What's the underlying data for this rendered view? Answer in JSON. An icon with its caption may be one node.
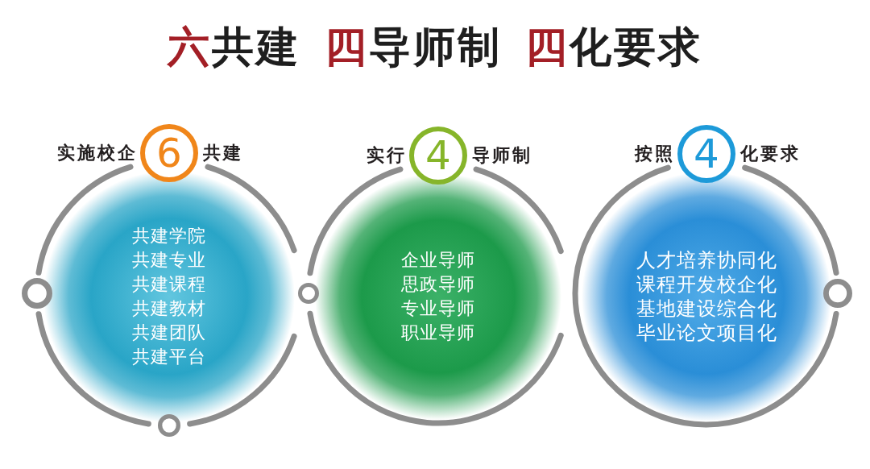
{
  "diagram": {
    "title": "**六**共建 **四**导师制 **四**化要求",
    "nodes": [
      {
        "text": [
          "实施校企**6**共建",
          "共建学院",
          "共建专业",
          "共建课程",
          "共建教材",
          "共建团队",
          "共建平台"
        ]
      },
      {
        "text": [
          "实行**4**导师制",
          "企业导师",
          "思政导师",
          "专业导师",
          "职业导师"
        ]
      },
      {
        "text": [
          "按照**4**化要求",
          "人才培养协同化",
          "课程开发校企化",
          "基地建设综合化",
          "毕业论文项目化"
        ]
      }
    ]
  }
}
